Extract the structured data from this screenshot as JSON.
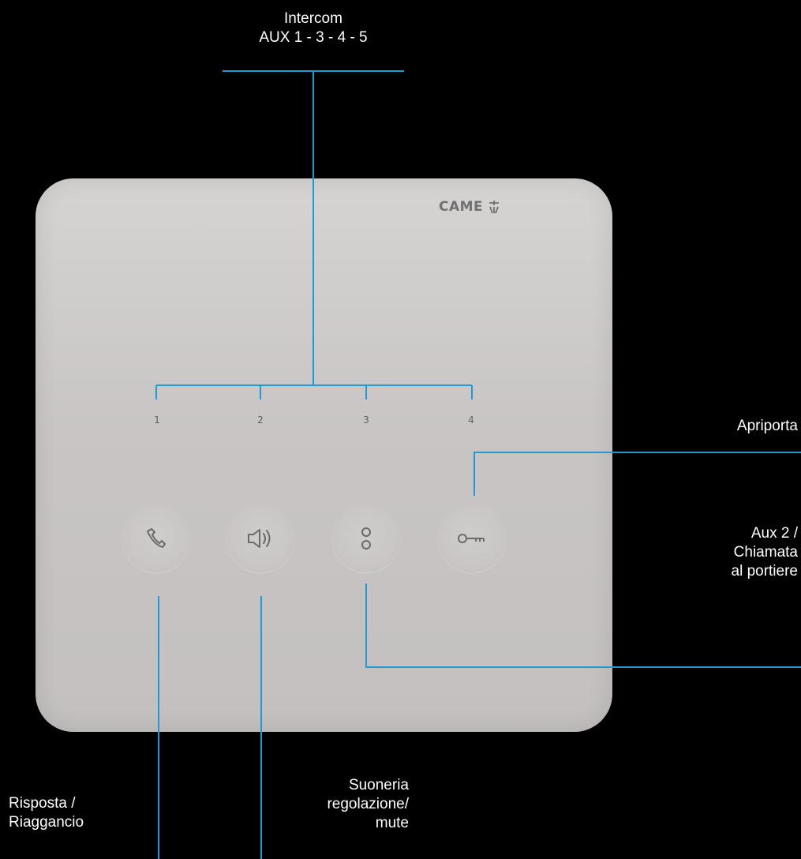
{
  "labels": {
    "intercom": "Intercom\nAUX 1 - 3 - 4 - 5",
    "apriporta": "Apriporta",
    "aux2": "Aux 2 /\nChiamata\nal portiere",
    "risposta": "Risposta /\nRiaggancio",
    "suoneria": "Suoneria\nregolazione/\nmute"
  },
  "panel": {
    "brand": "CAME",
    "numbers": [
      "1",
      "2",
      "3",
      "4"
    ]
  },
  "buttons": [
    {
      "icon": "handset-icon"
    },
    {
      "icon": "speaker-icon"
    },
    {
      "icon": "two-dots-icon"
    },
    {
      "icon": "key-icon"
    }
  ],
  "colors": {
    "background": "#000000",
    "panel": "#c8c5c4",
    "leader_lines": "#1e9bd7",
    "label_text": "#ffffff",
    "icon": "#6a6a6a"
  }
}
